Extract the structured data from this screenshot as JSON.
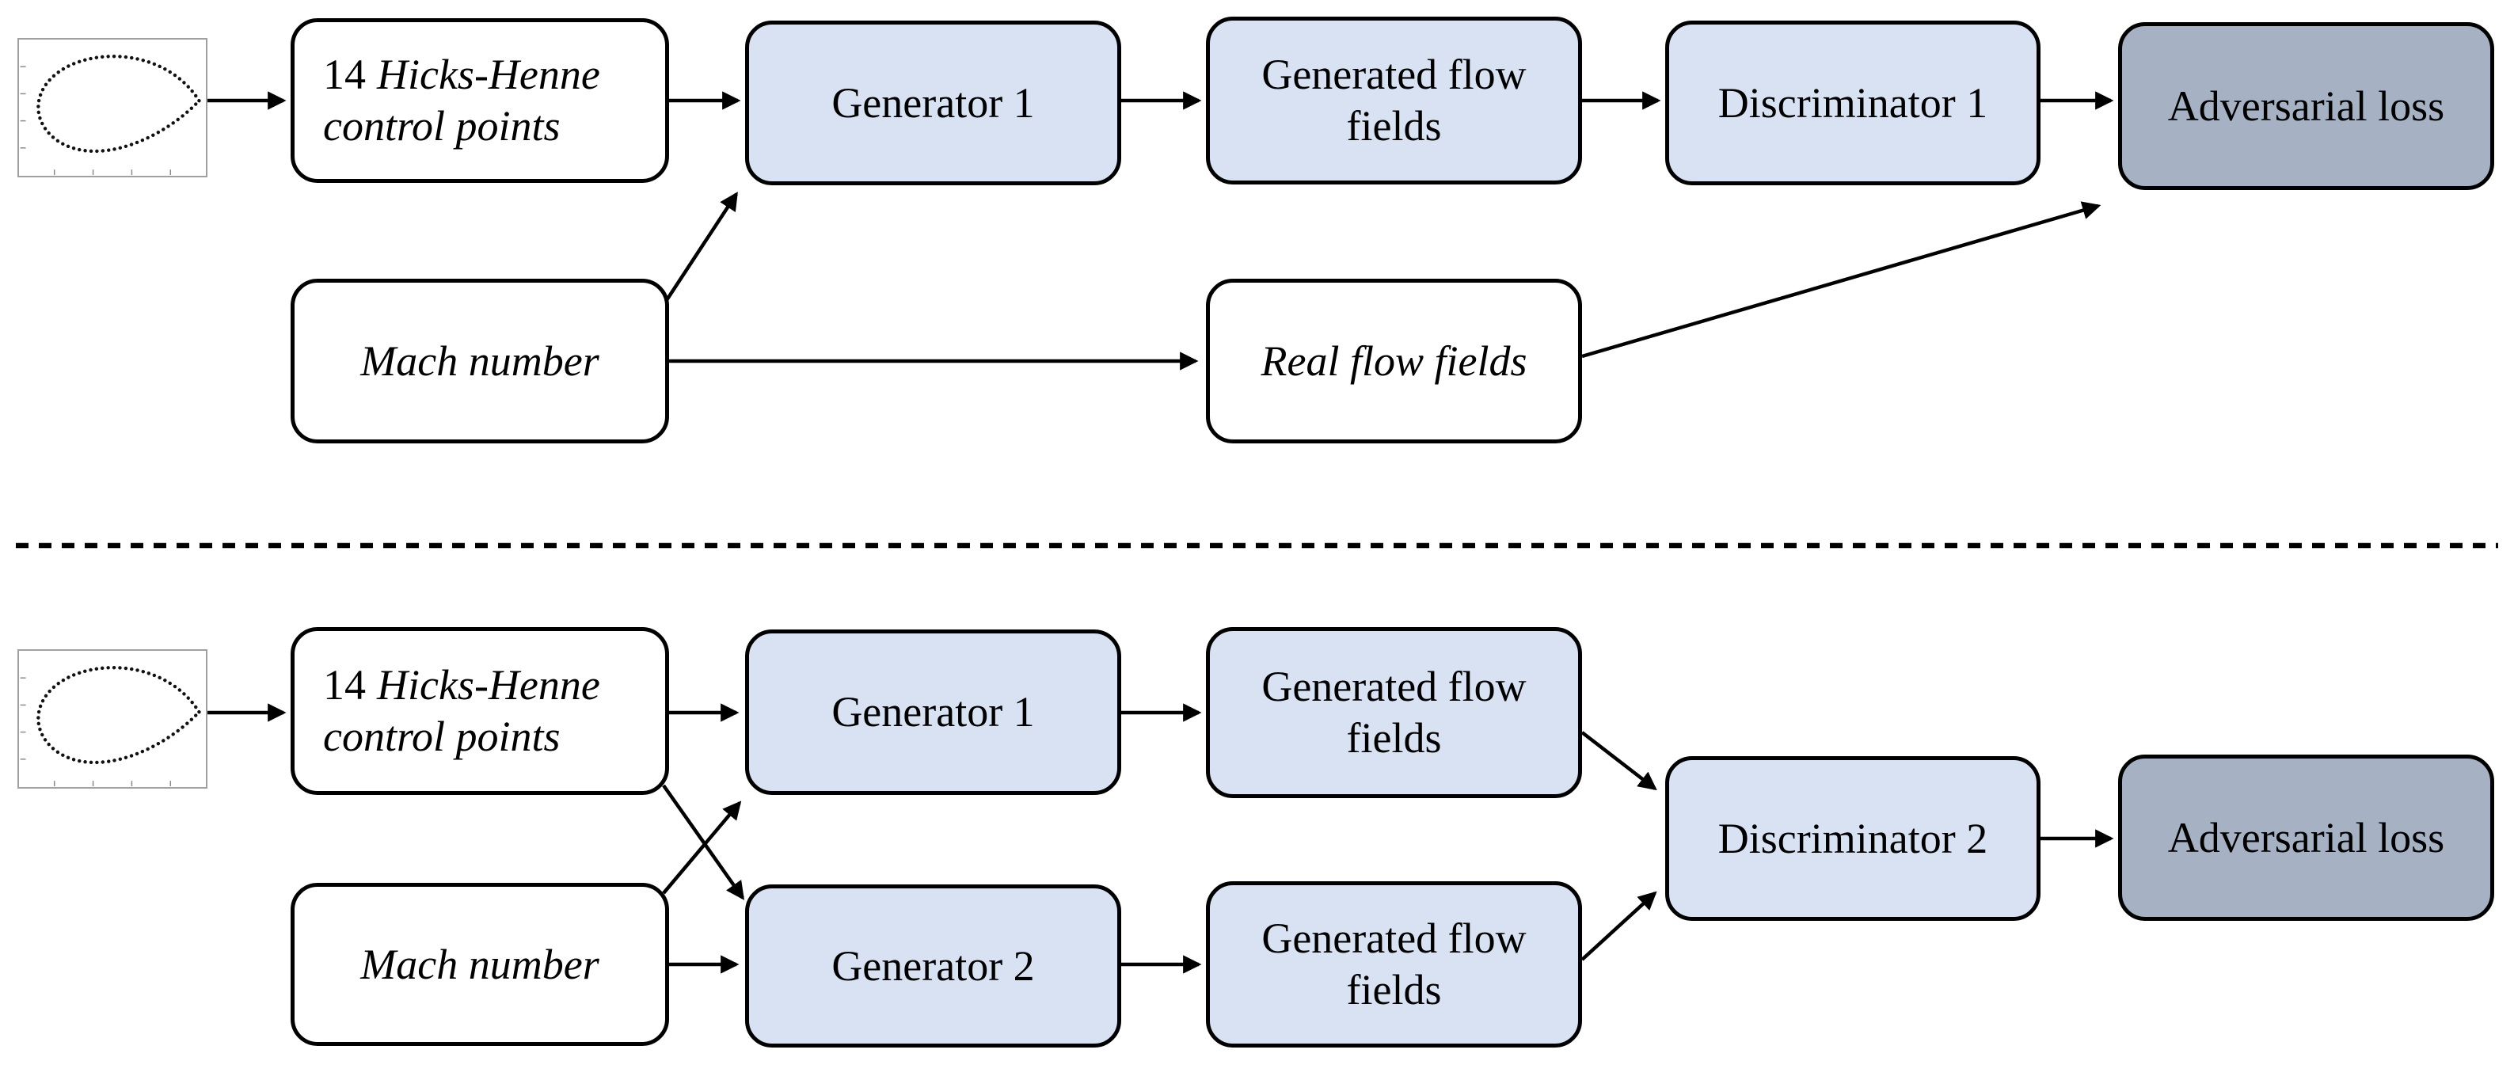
{
  "colors": {
    "box_fill_light_blue": "#d9e2f3",
    "box_fill_loss_gray": "#a6b1c4",
    "box_fill_white": "#ffffff",
    "box_border": "#000000",
    "airfoil_frame_border": "#a0a0a0",
    "arrow_color": "#000000"
  },
  "top_section": {
    "airfoil_icon": "airfoil-scatter-plot",
    "control_points": {
      "number": "14",
      "line1_italic": "Hicks-Henne",
      "line2_italic": "control points"
    },
    "generator1": "Generator 1",
    "generated_flow_fields": "Generated flow fields",
    "discriminator1": "Discriminator 1",
    "adversarial_loss": "Adversarial loss",
    "mach_number": "Mach number",
    "real_flow_fields": "Real flow fields"
  },
  "bottom_section": {
    "airfoil_icon": "airfoil-scatter-plot",
    "control_points": {
      "number": "14",
      "line1_italic": "Hicks-Henne",
      "line2_italic": "control points"
    },
    "generator1": "Generator 1",
    "generator2": "Generator 2",
    "generated_flow_fields_1": "Generated flow fields",
    "generated_flow_fields_2": "Generated flow fields",
    "discriminator2": "Discriminator 2",
    "adversarial_loss": "Adversarial loss",
    "mach_number": "Mach number"
  }
}
